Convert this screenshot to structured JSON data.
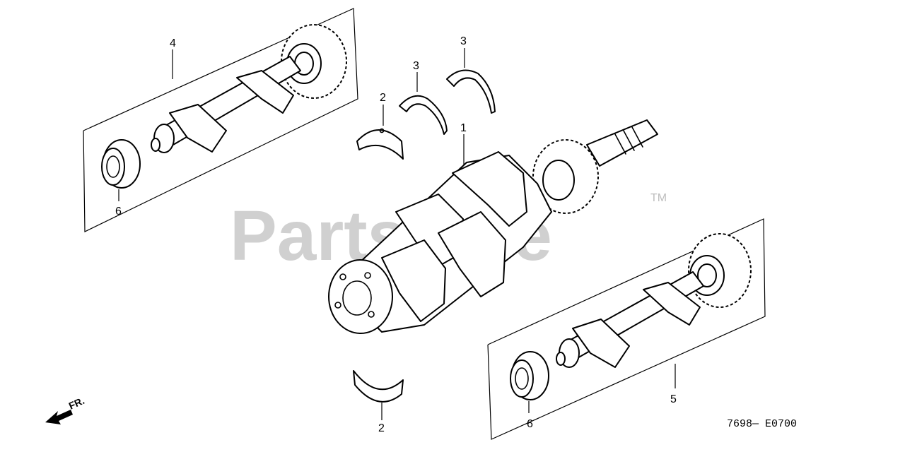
{
  "watermark": {
    "text": "PartsTree",
    "tm": "TM"
  },
  "callouts": {
    "c1": "1",
    "c2a": "2",
    "c2b": "2",
    "c3a": "3",
    "c3b": "3",
    "c4": "4",
    "c5": "5",
    "c6a": "6",
    "c6b": "6"
  },
  "diagram_code": "7698— E0700",
  "direction_label": "FR."
}
